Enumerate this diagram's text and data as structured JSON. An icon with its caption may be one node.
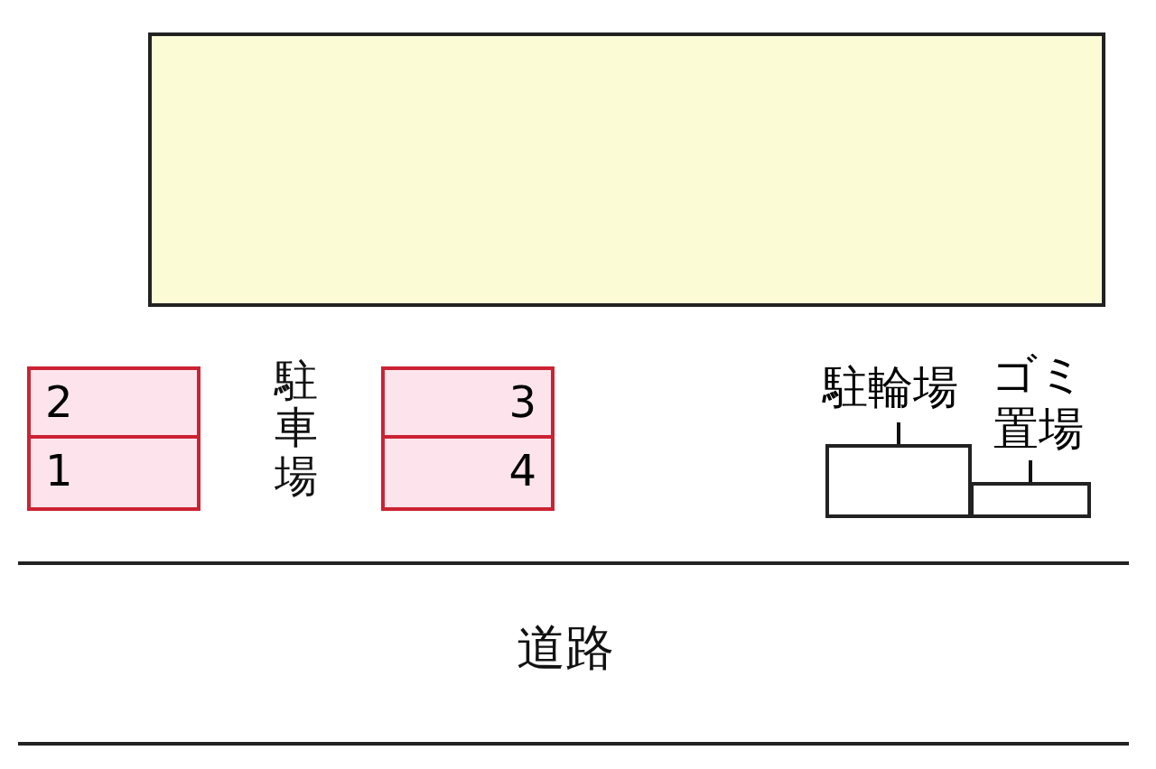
{
  "diagram": {
    "nodes": [
      {
        "text": [],
        "shape": "box"
      },
      {
        "text": [
          "2"
        ]
      },
      {
        "text": [
          "1"
        ]
      },
      {
        "text": [
          "3"
        ]
      },
      {
        "text": [
          "4"
        ]
      },
      {
        "text": [
          "駐輪場"
        ]
      },
      {
        "text": [],
        "shape": "box"
      },
      {
        "text": [
          "ゴミ置場"
        ]
      },
      {
        "text": [],
        "shape": "box"
      }
    ],
    "edges": [
      {
        "from": 5,
        "to": 6,
        "arrow": "none"
      },
      {
        "from": 7,
        "to": 8,
        "arrow": "none"
      }
    ],
    "labels": [
      "駐車場",
      "道路"
    ]
  }
}
